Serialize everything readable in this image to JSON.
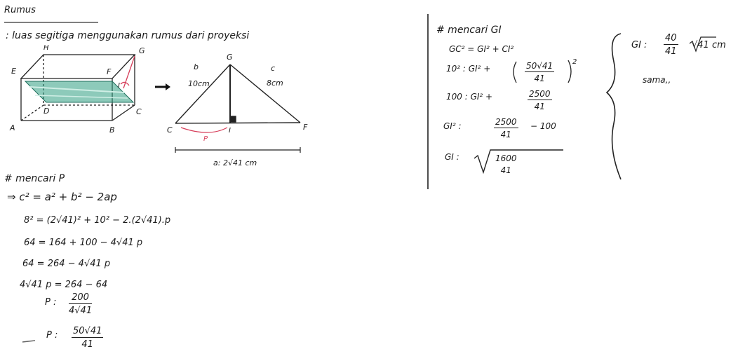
{
  "title": "Rumus",
  "intro": ": luas segitiga menggunakan rumus dari proyeksi",
  "figure": {
    "box_labels": {
      "h": "H",
      "g": "G",
      "e": "E",
      "f": "F",
      "d": "D",
      "c": "C",
      "a": "A",
      "b": "B",
      "i": "I"
    },
    "triangle_labels": {
      "g": "G",
      "c": "C",
      "f": "F",
      "i": "I",
      "b": "b",
      "c_side": "c",
      "left_side": "10cm",
      "right_side": "8cm",
      "p": "P",
      "base": "a: 2√41 cm"
    },
    "arrow": "➡"
  },
  "left": {
    "heading": "# mencari P",
    "lines": [
      "⇒  c² = a² + b² − 2ap",
      "8² = (2√41)² + 10² − 2.(2√41).p",
      "64 = 164 + 100 − 4√41 p",
      "64 = 264 − 4√41 p",
      "4√41 p = 264 − 64"
    ],
    "p1": {
      "lhs": "P :",
      "num": "200",
      "den": "4√41"
    },
    "p2": {
      "lhs": "P :",
      "num": "50√41",
      "den": "41"
    }
  },
  "right": {
    "heading": "# mencari GI",
    "l1": "GC² = GI² + CI²",
    "l2": {
      "lhs": "10² : GI² +",
      "num": "50√41",
      "den": "41",
      "exp": "2"
    },
    "l3": {
      "lhs": "100 : GI² +",
      "num": "2500",
      "den": "41"
    },
    "l4": {
      "lhs": "GI² :",
      "num": "2500",
      "den": "41",
      "rhs": "− 100"
    },
    "l5": {
      "lhs": "GI :",
      "num": "1600",
      "den": "41"
    }
  },
  "result": {
    "lhs": "GI :",
    "num": "40",
    "den": "41",
    "rhs": "√41 cm",
    "note": "sama,,"
  }
}
